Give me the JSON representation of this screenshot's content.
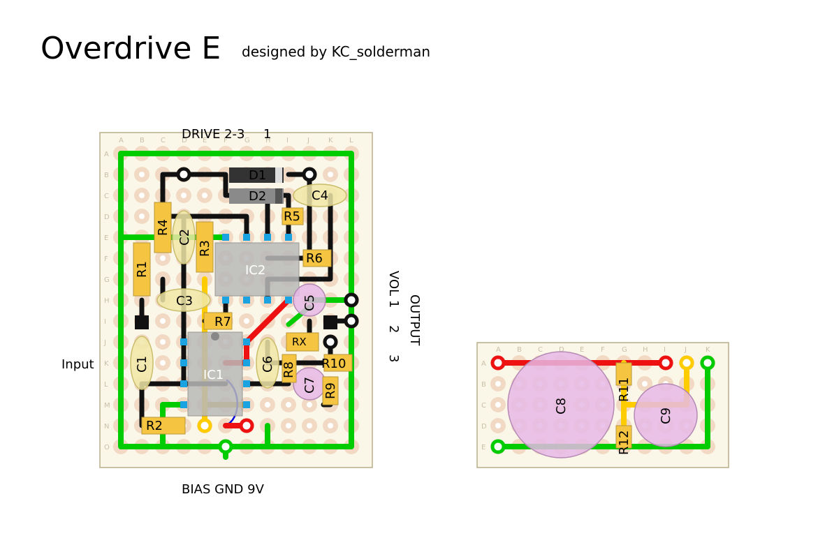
{
  "title": "Overdrive E",
  "designer": "designed by KC_solderman",
  "labels": {
    "drive": "DRIVE 2-3",
    "drive_pin1": "1",
    "input": "Input",
    "bias_gnd_9v": "BIAS GND 9V",
    "vol": "VOL 1",
    "vol_2": "2",
    "vol_3": "3",
    "output": "OUTPUT"
  },
  "board_main": {
    "columns": [
      "A",
      "B",
      "C",
      "D",
      "E",
      "F",
      "G",
      "H",
      "I",
      "J",
      "K",
      "L"
    ],
    "rows": [
      "A",
      "B",
      "C",
      "D",
      "E",
      "F",
      "G",
      "H",
      "I",
      "J",
      "K",
      "L",
      "M",
      "N",
      "O"
    ]
  },
  "board_small": {
    "columns": [
      "A",
      "B",
      "C",
      "D",
      "E",
      "F",
      "G",
      "H",
      "I",
      "J",
      "K"
    ],
    "rows": [
      "A",
      "B",
      "C",
      "D",
      "E"
    ]
  },
  "components": {
    "d1": "D1",
    "d2": "D2",
    "c4": "C4",
    "r5": "R5",
    "r4": "R4",
    "c2": "C2",
    "r3": "R3",
    "r1": "R1",
    "ic2": "IC2",
    "r6": "R6",
    "c3": "C3",
    "c5": "C5",
    "r7": "R7",
    "rx": "RX",
    "c1": "C1",
    "ic1": "IC1",
    "c6": "C6",
    "r8": "R8",
    "r10": "R10",
    "c7": "C7",
    "r9": "R9",
    "r2": "R2",
    "c8": "C8",
    "r11": "R11",
    "r12": "R12",
    "c9": "C9"
  },
  "colors": {
    "board": "#fbf7e8",
    "hole": "#f1d9c4",
    "ground": "#00cc00",
    "power": "#ee1111",
    "bias": "#ffcc00",
    "wire": "#111111",
    "pad": "#1aa3e0",
    "ic": "#b9b9b9",
    "film_cap": "#f1e7a8",
    "electrolytic_cap": "#e6b8e6",
    "resistor": "#f5c542"
  }
}
